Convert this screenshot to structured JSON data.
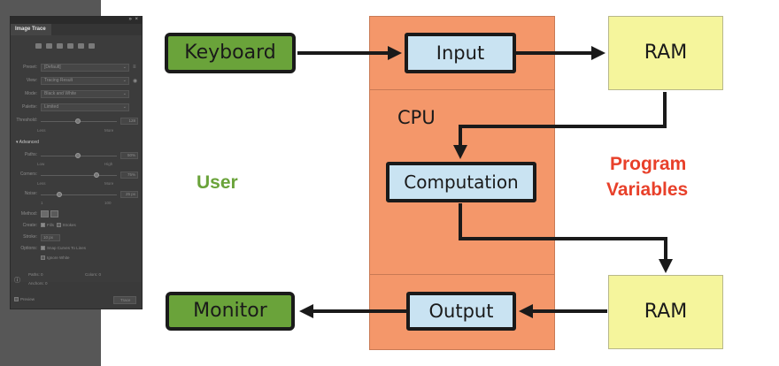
{
  "panel": {
    "title": "Image Trace",
    "controls": "»  ×",
    "preset_label": "Preset:",
    "preset_value": "[Default]",
    "view_label": "View:",
    "view_value": "Tracing Result",
    "mode_label": "Mode:",
    "mode_value": "Black and White",
    "palette_label": "Palette:",
    "palette_value": "Limited",
    "threshold_label": "Threshold:",
    "threshold_value": "128",
    "threshold_min": "Less",
    "threshold_max": "More",
    "advanced_label": "Advanced",
    "paths_label": "Paths:",
    "paths_value": "50%",
    "paths_min": "Low",
    "paths_max": "High",
    "corners_label": "Corners:",
    "corners_value": "75%",
    "corners_min": "Less",
    "corners_max": "More",
    "noise_label": "Noise:",
    "noise_value": "25 px",
    "noise_min": "1",
    "noise_max": "100",
    "method_label": "Method:",
    "create_label": "Create:",
    "fills_label": "Fills",
    "strokes_label": "Strokes",
    "stroke_label": "Stroke:",
    "stroke_value": "10 px",
    "options_label": "Options:",
    "snap_label": "Snap Curves To Lines",
    "ignore_white_label": "Ignore White",
    "paths_stat_label": "Paths:",
    "paths_stat_value": "0",
    "colors_stat_label": "Colors:",
    "colors_stat_value": "0",
    "anchors_stat_label": "Anchors:",
    "anchors_stat_value": "0",
    "preview_label": "Preview",
    "trace_button": "Trace"
  },
  "diagram": {
    "keyboard": "Keyboard",
    "input": "Input",
    "ram_top": "RAM",
    "cpu": "CPU",
    "computation": "Computation",
    "user": "User",
    "program_variables_1": "Program",
    "program_variables_2": "Variables",
    "ram_bottom": "RAM",
    "output": "Output",
    "monitor": "Monitor"
  },
  "colors": {
    "green_block": "#6aa33a",
    "blue_block": "#c9e3f2",
    "yellow_block": "#f5f59c",
    "cpu_region": "#f4976a",
    "user_label": "#6aa33a",
    "program_variables_label": "#e8402a"
  }
}
